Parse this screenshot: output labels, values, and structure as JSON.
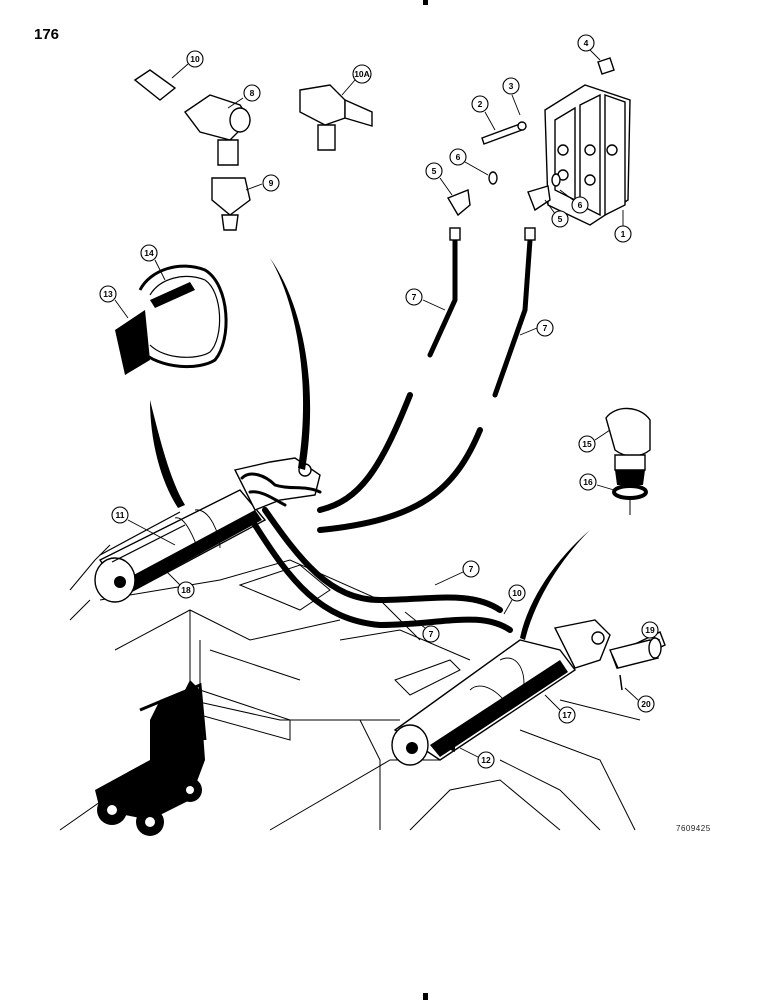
{
  "page": {
    "number": "176",
    "ref_code": "7609425"
  },
  "callouts": [
    {
      "id": "c1",
      "label": "1"
    },
    {
      "id": "c2",
      "label": "2"
    },
    {
      "id": "c3",
      "label": "3"
    },
    {
      "id": "c4",
      "label": "4"
    },
    {
      "id": "c5a",
      "label": "5"
    },
    {
      "id": "c5b",
      "label": "5"
    },
    {
      "id": "c6a",
      "label": "6"
    },
    {
      "id": "c6b",
      "label": "6"
    },
    {
      "id": "c7a",
      "label": "7"
    },
    {
      "id": "c7b",
      "label": "7"
    },
    {
      "id": "c7c",
      "label": "7"
    },
    {
      "id": "c7d",
      "label": "7"
    },
    {
      "id": "c8",
      "label": "8"
    },
    {
      "id": "c9",
      "label": "9"
    },
    {
      "id": "c10a",
      "label": "10"
    },
    {
      "id": "c10A",
      "label": "10A"
    },
    {
      "id": "c10b",
      "label": "10"
    },
    {
      "id": "c11",
      "label": "11"
    },
    {
      "id": "c12",
      "label": "12"
    },
    {
      "id": "c13",
      "label": "13"
    },
    {
      "id": "c14",
      "label": "14"
    },
    {
      "id": "c15",
      "label": "15"
    },
    {
      "id": "c16",
      "label": "16"
    },
    {
      "id": "c17",
      "label": "17"
    },
    {
      "id": "c18",
      "label": "18"
    },
    {
      "id": "c19",
      "label": "19"
    },
    {
      "id": "c20",
      "label": "20"
    }
  ]
}
